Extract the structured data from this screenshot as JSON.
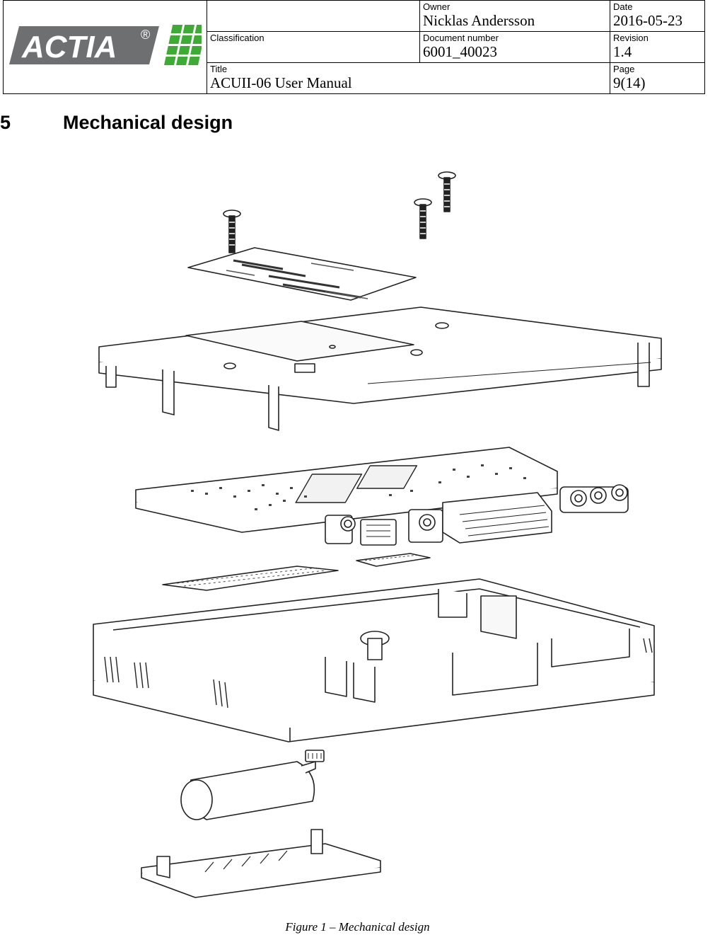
{
  "header": {
    "owner_label": "Owner",
    "owner": "Nicklas Andersson",
    "date_label": "Date",
    "date": "2016-05-23",
    "classification_label": "Classification",
    "classification": "",
    "docnum_label": "Document number",
    "docnum": "6001_40023",
    "revision_label": "Revision",
    "revision": "1.4",
    "title_label": "Title",
    "title": "ACUII-06 User Manual",
    "page_label": "Page",
    "page": "9(14)"
  },
  "logo": {
    "text": "ACTIA",
    "mark": "®",
    "color": "#6e6f71",
    "accent": "#3faa35"
  },
  "section": {
    "number": "5",
    "title": "Mechanical design"
  },
  "figure": {
    "caption": "Figure 1 – Mechanical design"
  }
}
